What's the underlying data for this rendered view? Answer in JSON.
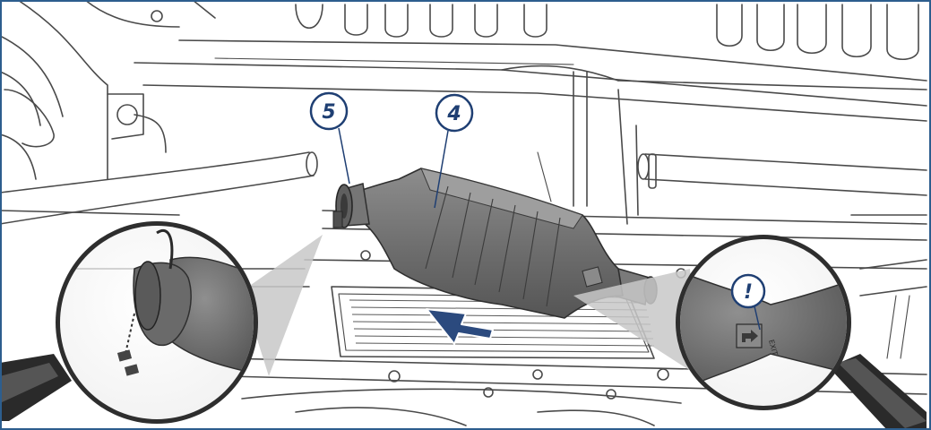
{
  "callouts": [
    {
      "label": "5"
    },
    {
      "label": "4"
    },
    {
      "label": "!"
    }
  ],
  "exit_marking": "EXIT",
  "colors": {
    "frame": "#2d5e8e",
    "callout_stroke": "#1f3f73",
    "callout_text": "#1f3f73",
    "arrow_fill": "#1f3f73",
    "part_dark": "#6f6f6f",
    "part_light": "#9a9a9a"
  },
  "icons": [
    "magnifier-left",
    "magnifier-right",
    "direction-arrow",
    "exit-arrow-icon"
  ]
}
